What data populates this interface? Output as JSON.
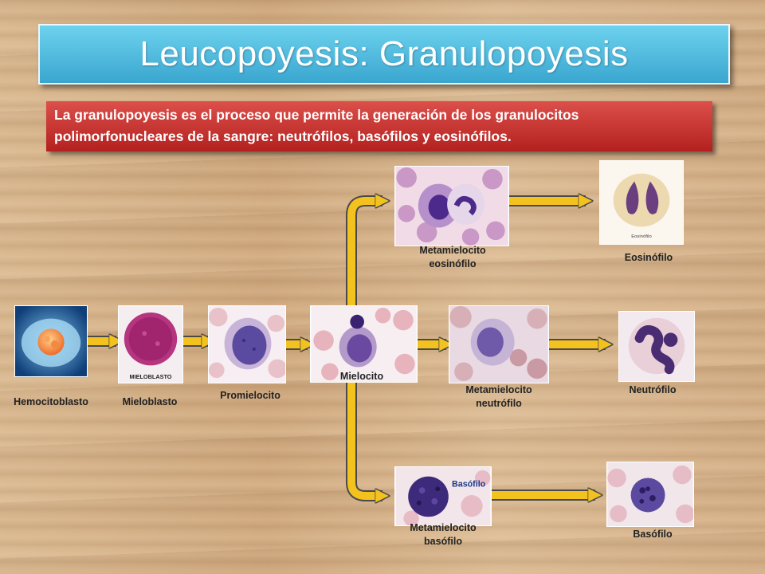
{
  "title": "Leucopoyesis: Granulopoyesis",
  "intro": "La granulopoyesis es el proceso que permite la generación de los granulocitos polimorfonucleares de la sangre: neutrófilos, basófilos y eosinófilos.",
  "cells": {
    "hemocitoblasto": "Hemocitoblasto",
    "mieloblasto": "Mieloblasto",
    "promielocito": "Promielocito",
    "mielocito": "Mielocito",
    "metamielocito_eosinofilo": "Metamielocito eosinófilo",
    "metamielocito_neutrofilo": "Metamielocito neutrófilo",
    "metamielocito_basofilo": "Metamielocito basófilo",
    "eosinofilo": "Eosinófilo",
    "neutrofilo": "Neutrófilo",
    "basofilo": "Basófilo"
  },
  "image_captions": {
    "mieloblasto": "MIELOBLASTO",
    "basofilo_inset": "Basófilo",
    "eosinofilo_inset": "Eosinófilo"
  },
  "colors": {
    "arrow_fill": "#f4c21f",
    "arrow_outline": "#4a4a4a",
    "title_bg": "#3aa6cf",
    "intro_bg": "#c3302c"
  }
}
